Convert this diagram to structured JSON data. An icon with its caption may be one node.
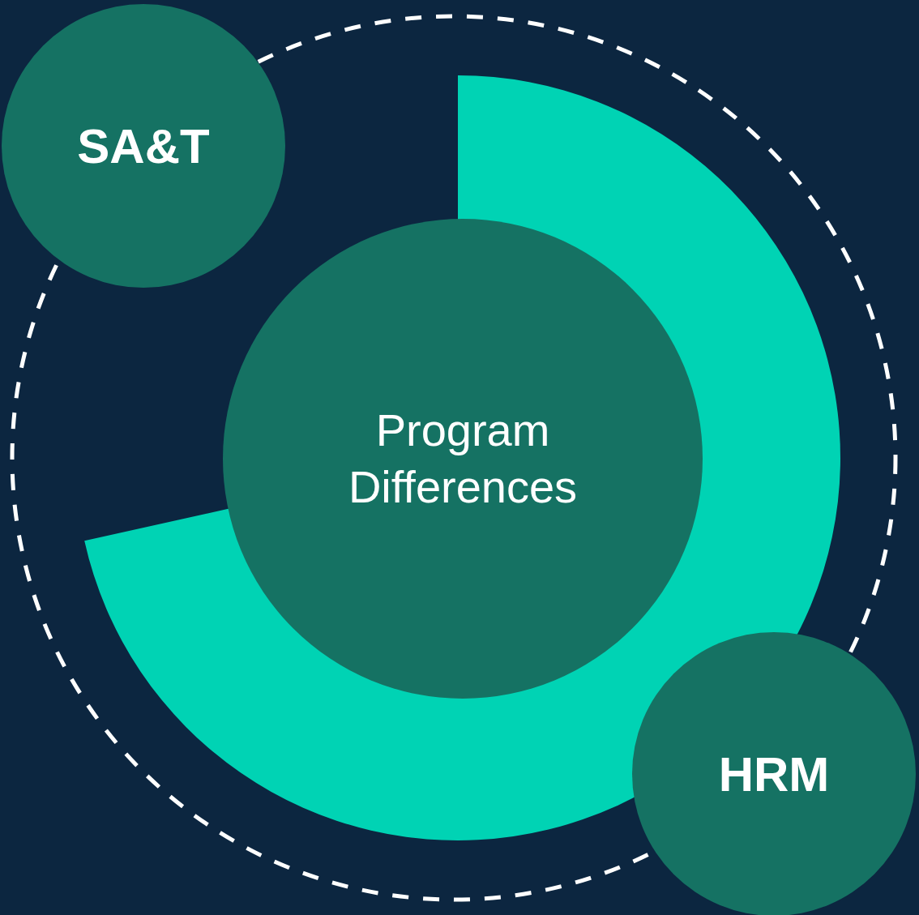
{
  "diagram": {
    "nodes": [
      {
        "text": [
          "Program Differences"
        ]
      },
      {
        "text": [
          "SA&T"
        ]
      },
      {
        "text": [
          "HRM"
        ]
      }
    ]
  }
}
